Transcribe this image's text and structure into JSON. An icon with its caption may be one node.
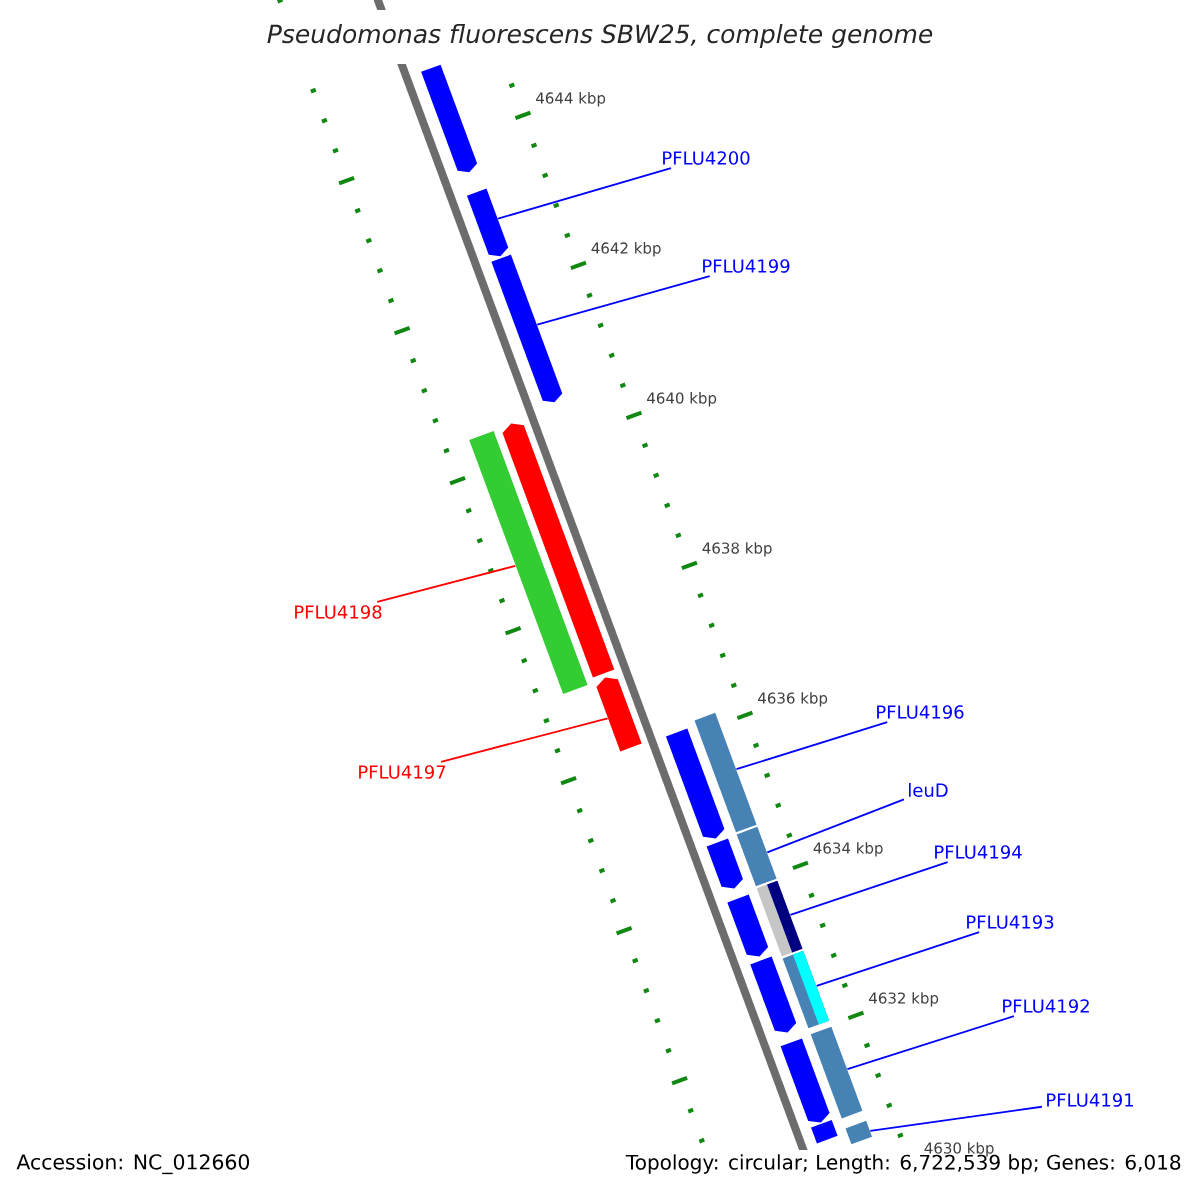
{
  "diagram": {
    "title": "Pseudomonas fluorescens SBW25, complete genome",
    "nodes": [
      {
        "text": [],
        "shape": "box"
      },
      {
        "text": [],
        "shape": "box"
      },
      {
        "text": [],
        "shape": "box"
      },
      {
        "text": [],
        "shape": "bar"
      },
      {
        "text": [],
        "shape": "box"
      },
      {
        "text": [],
        "shape": "box"
      },
      {
        "text": [],
        "shape": "box"
      },
      {
        "text": [],
        "shape": "box"
      },
      {
        "text": [],
        "shape": "box"
      },
      {
        "text": [],
        "shape": "box"
      },
      {
        "text": [],
        "shape": "box"
      },
      {
        "text": [],
        "shape": "bar"
      },
      {
        "text": [],
        "shape": "bar"
      },
      {
        "text": [],
        "shape": "bar"
      },
      {
        "text": [],
        "shape": "bar"
      },
      {
        "text": [],
        "shape": "bar"
      },
      {
        "text": [],
        "shape": "bar"
      },
      {
        "text": [],
        "shape": "bar"
      },
      {
        "text": [
          "PFLU4200"
        ]
      },
      {
        "text": [
          "PFLU4199"
        ]
      },
      {
        "text": [
          "PFLU4198"
        ]
      },
      {
        "text": [
          "PFLU4197"
        ]
      },
      {
        "text": [
          "PFLU4196"
        ]
      },
      {
        "text": [
          "leuD"
        ]
      },
      {
        "text": [
          "PFLU4194"
        ]
      },
      {
        "text": [
          "PFLU4193"
        ]
      },
      {
        "text": [
          "PFLU4192"
        ]
      },
      {
        "text": [
          "PFLU4191"
        ]
      }
    ],
    "edges": [
      {
        "from": 18,
        "to": 1,
        "arrow": "none"
      },
      {
        "from": 19,
        "to": 2,
        "arrow": "none"
      },
      {
        "from": 20,
        "to": 3,
        "arrow": "none",
        "color": "#ff0000"
      },
      {
        "from": 21,
        "to": 5,
        "arrow": "none",
        "color": "#ff0000"
      },
      {
        "from": 22,
        "to": 12,
        "arrow": "none"
      },
      {
        "from": 23,
        "to": 13,
        "arrow": "none"
      },
      {
        "from": 24,
        "to": 14,
        "arrow": "none"
      },
      {
        "from": 25,
        "to": 15,
        "arrow": "none"
      },
      {
        "from": 26,
        "to": 16,
        "arrow": "none"
      },
      {
        "from": 27,
        "to": 17,
        "arrow": "none"
      }
    ],
    "labels": [
      "4644 kbp",
      "4642 kbp",
      "4640 kbp",
      "4638 kbp",
      "4636 kbp",
      "4634 kbp",
      "4632 kbp",
      "4630 kbp",
      "Accession: NC_012660",
      "Topology: circular; Length: 6,722,539 bp; Genes: 6,018"
    ]
  }
}
